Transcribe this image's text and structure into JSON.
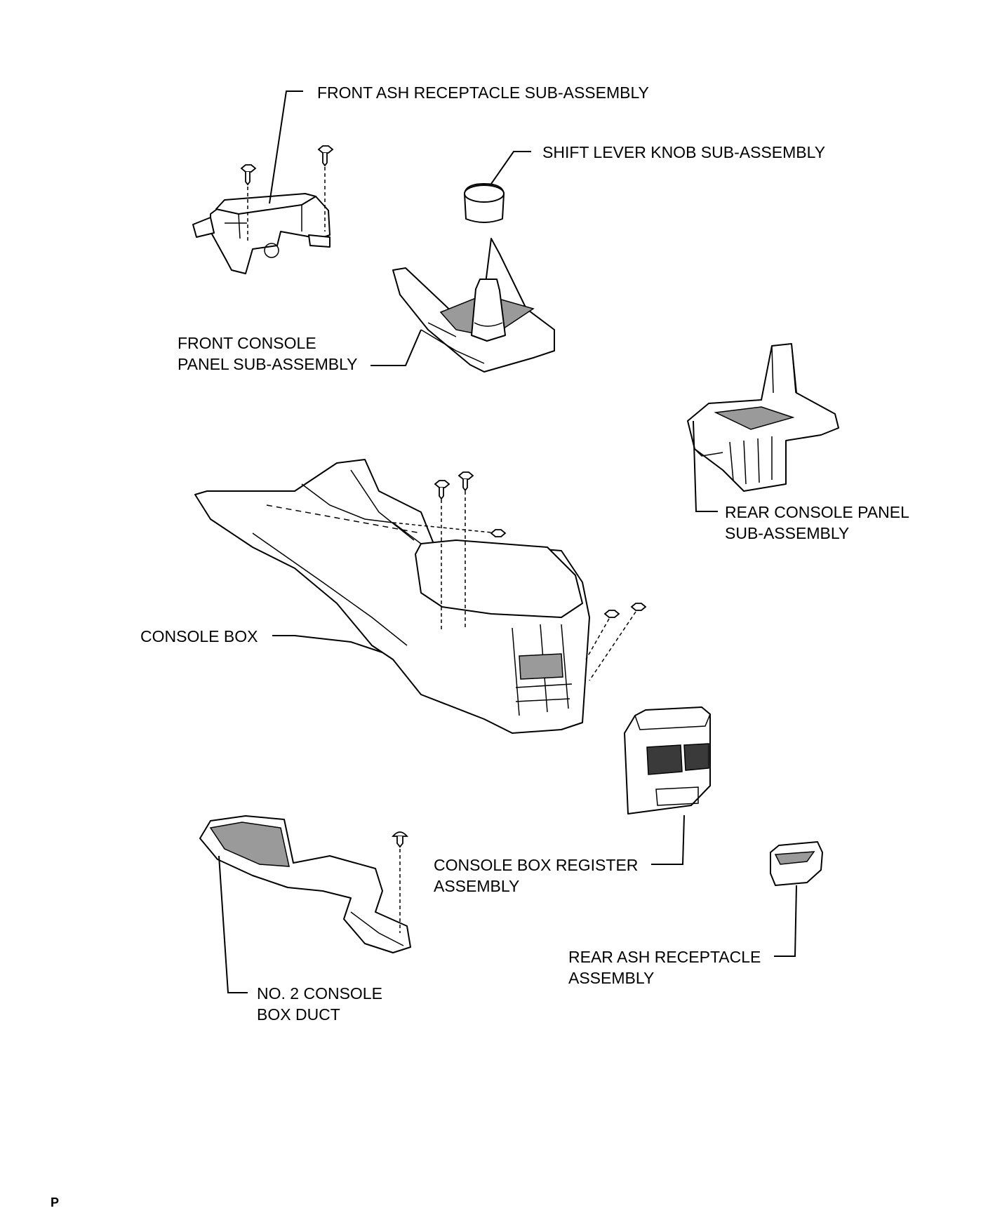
{
  "labels": {
    "front_ash": "FRONT ASH RECEPTACLE SUB-ASSEMBLY",
    "shift_knob": "SHIFT LEVER KNOB SUB-ASSEMBLY",
    "front_console_line1": "FRONT CONSOLE",
    "front_console_line2": "PANEL SUB-ASSEMBLY",
    "rear_console_line1": "REAR CONSOLE PANEL",
    "rear_console_line2": "SUB-ASSEMBLY",
    "console_box": "CONSOLE BOX",
    "register_line1": "CONSOLE BOX REGISTER",
    "register_line2": "ASSEMBLY",
    "rear_ash_line1": "REAR ASH RECEPTACLE",
    "rear_ash_line2": "ASSEMBLY",
    "duct_line1": "NO. 2 CONSOLE",
    "duct_line2": "BOX DUCT"
  },
  "footer": {
    "code": "P"
  }
}
